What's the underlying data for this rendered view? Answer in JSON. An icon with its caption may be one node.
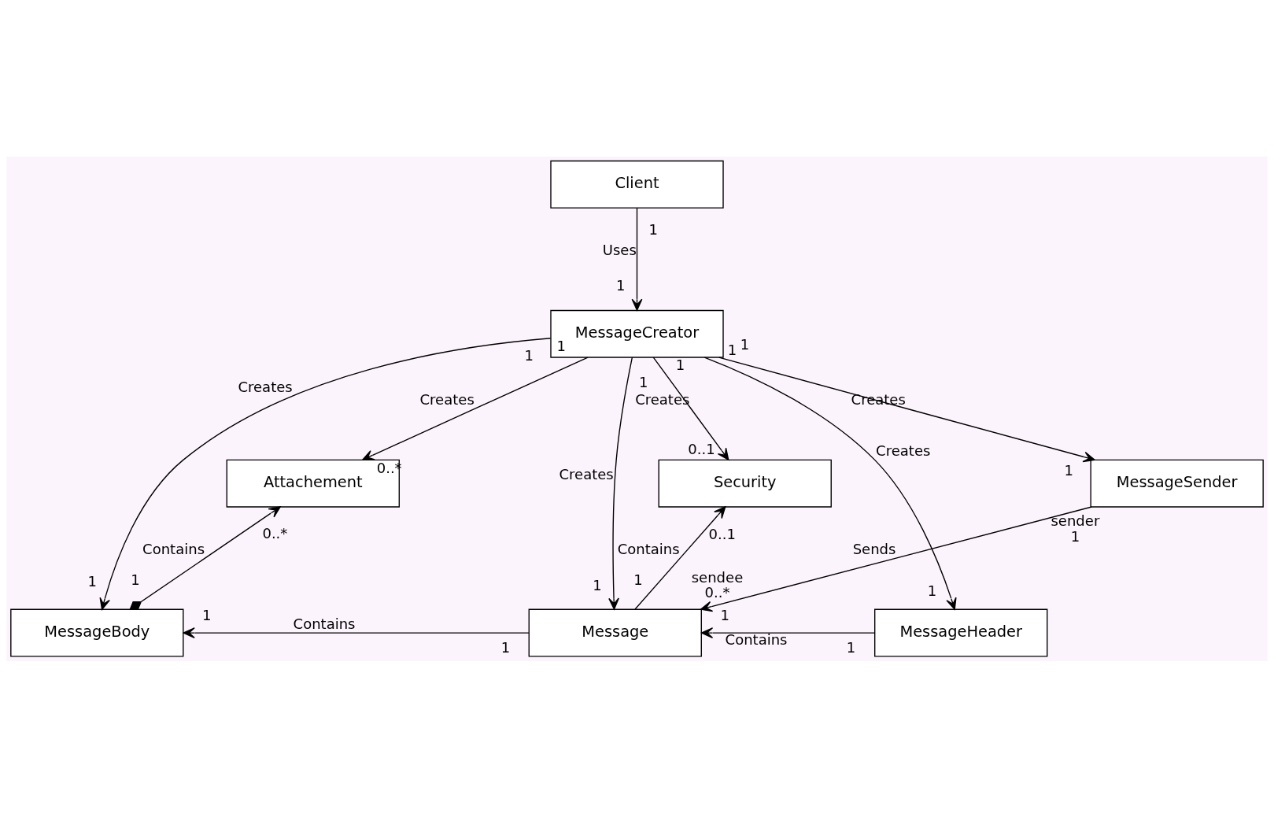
{
  "diagram": {
    "nodes": [
      {
        "text": [
          "Client"
        ]
      },
      {
        "text": [
          "MessageCreator"
        ]
      },
      {
        "text": [
          "Attachement"
        ]
      },
      {
        "text": [
          "Security"
        ]
      },
      {
        "text": [
          "MessageSender"
        ]
      },
      {
        "text": [
          "MessageBody"
        ]
      },
      {
        "text": [
          "Message"
        ]
      },
      {
        "text": [
          "MessageHeader"
        ]
      }
    ],
    "edges": [
      {
        "from": 0,
        "to": 1,
        "arrow": "to",
        "label": "Uses"
      },
      {
        "from": 1,
        "to": 5,
        "arrow": "to",
        "label": "Creates"
      },
      {
        "from": 1,
        "to": 2,
        "arrow": "to",
        "label": "Creates"
      },
      {
        "from": 1,
        "to": 6,
        "arrow": "to",
        "label": "Creates"
      },
      {
        "from": 1,
        "to": 3,
        "arrow": "to",
        "label": "Creates"
      },
      {
        "from": 1,
        "to": 7,
        "arrow": "to",
        "label": "Creates"
      },
      {
        "from": 1,
        "to": 4,
        "arrow": "to",
        "label": "Creates"
      },
      {
        "from": 5,
        "to": 2,
        "arrow": "to",
        "label": "Contains"
      },
      {
        "from": 6,
        "to": 3,
        "arrow": "to",
        "label": "Contains"
      },
      {
        "from": 6,
        "to": 5,
        "arrow": "to",
        "label": "Contains"
      },
      {
        "from": 7,
        "to": 6,
        "arrow": "to",
        "label": "Contains"
      },
      {
        "from": 4,
        "to": 6,
        "arrow": "to",
        "label": "Sends"
      }
    ],
    "labels": [
      "1",
      "1",
      "1",
      "1",
      "1",
      "1",
      "0..*",
      "1",
      "1",
      "0..1",
      "1",
      "0..*",
      "sender",
      "1",
      "0..1",
      "1",
      "1",
      "1",
      "1",
      "1",
      "1",
      "1",
      "1",
      "1",
      "sendee",
      "0..*"
    ]
  }
}
